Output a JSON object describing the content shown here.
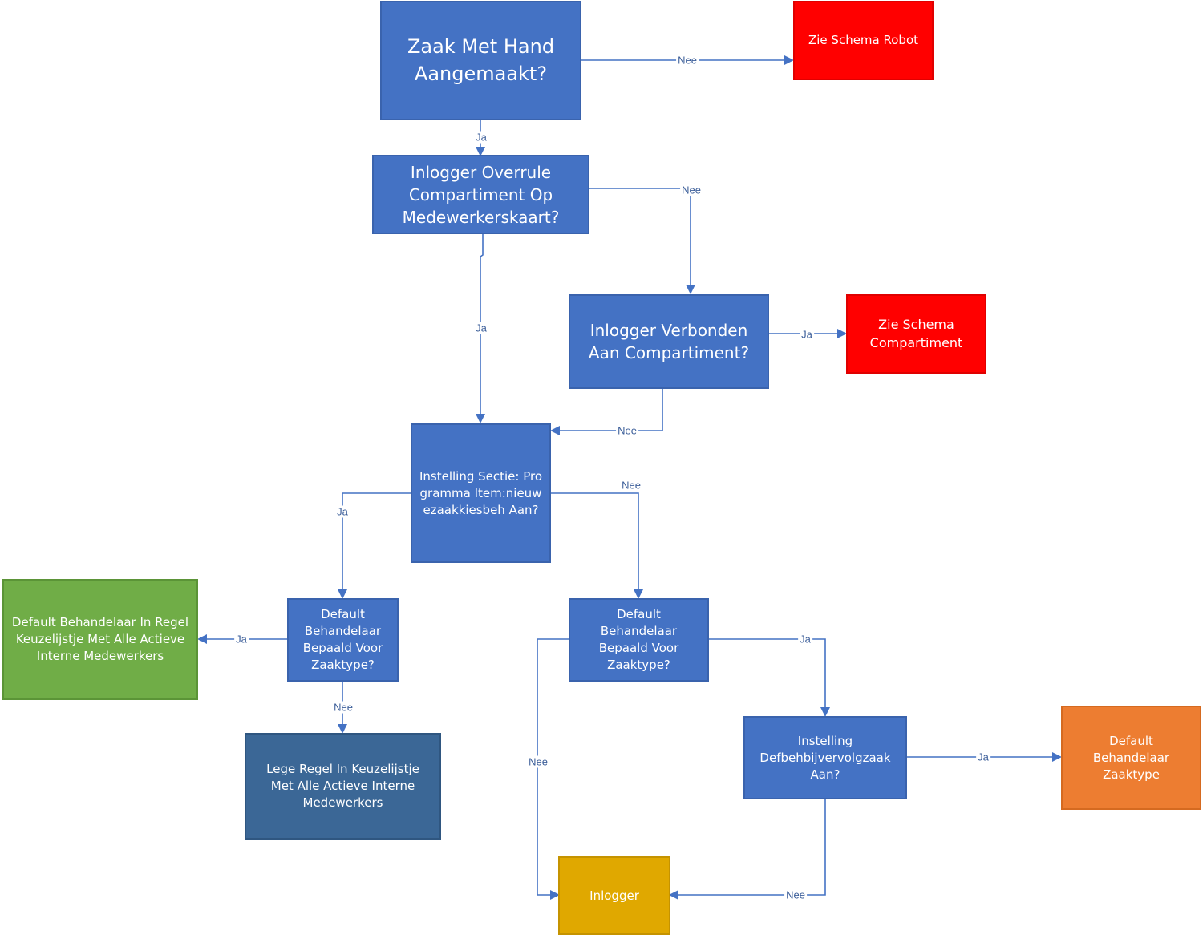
{
  "nodes": {
    "zaak_hand": "Zaak Met Hand Aangemaakt?",
    "schema_robot": "Zie Schema Robot",
    "overrule": "Inlogger Overrule Compartiment Op Medewerkerskaart?",
    "verbonden": "Inlogger Verbonden Aan Compartiment?",
    "schema_compartiment": "Zie Schema Compartiment",
    "instelling_sectie": "Instelling Sectie: Programma Item:nieuwezaakkiesbeh Aan?",
    "default_left": "Default Behandelaar Bepaald Voor Zaaktype?",
    "default_right": "Default Behandelaar Bepaald Voor Zaaktype?",
    "default_regel": "Default Behandelaar In Regel Keuzelijstje Met Alle Actieve Interne Medewerkers",
    "lege_regel": "Lege Regel In Keuzelijstje Met Alle Actieve Interne Medewerkers",
    "instelling_def": "Instelling Defbehbijvervolgzaak Aan?",
    "default_zaaktype": "Default Behandelaar Zaaktype",
    "inlogger": "Inlogger"
  },
  "edge_labels": {
    "e1": "Nee",
    "e2": "Ja",
    "e3": "Nee",
    "e4": "Ja",
    "e5": "Ja",
    "e6": "Nee",
    "e7": "Ja",
    "e8": "Nee",
    "e9": "Ja",
    "e10": "Nee",
    "e11": "Ja",
    "e12": "Nee",
    "e13": "Ja",
    "e14": "Nee"
  },
  "colors": {
    "decision": "#4472c4",
    "external_schema": "#ff0000",
    "green_outcome": "#70ad47",
    "navy_outcome": "#3b6796",
    "orange_outcome": "#ed7d31",
    "gold_outcome": "#e0a800",
    "connector": "#4472c4"
  }
}
